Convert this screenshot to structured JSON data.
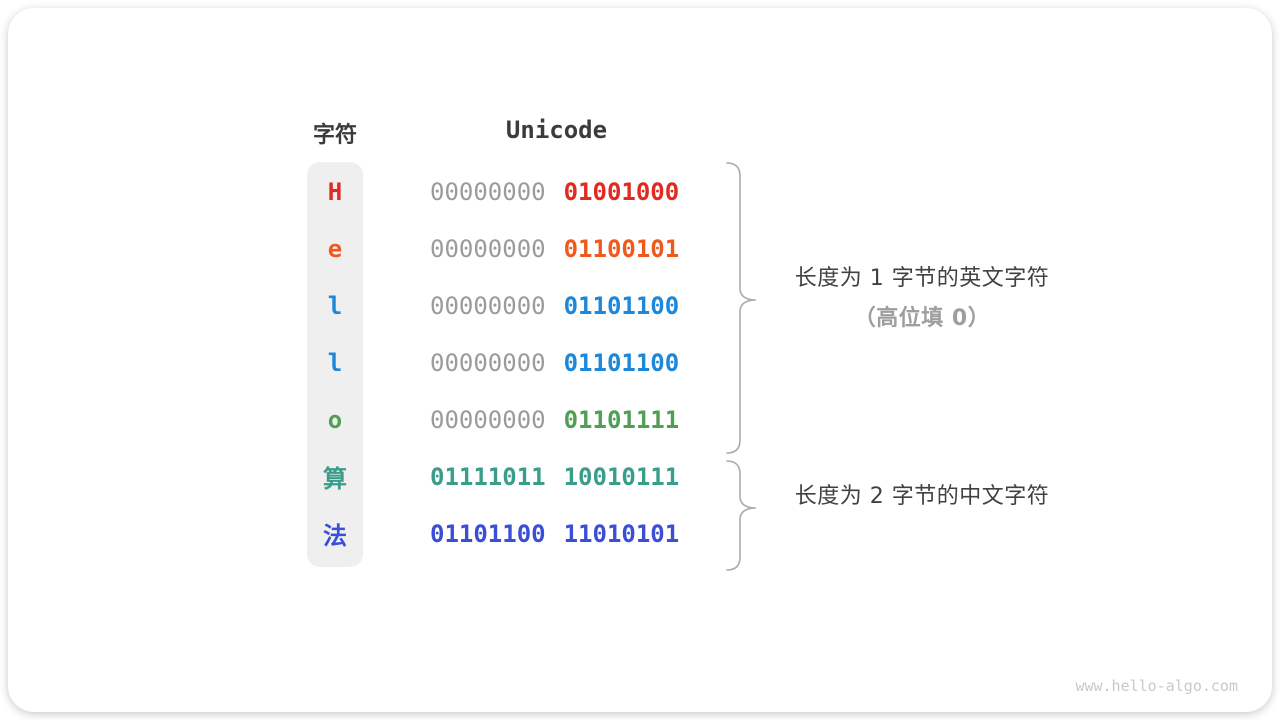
{
  "table": {
    "headers": {
      "char": "字符",
      "unicode": "Unicode"
    },
    "rows": [
      {
        "char": "H",
        "byte1": "00000000",
        "byte2": "01001000",
        "color": "#e02b20",
        "byte1_color": "#9b9b9b",
        "byte1_muted": true
      },
      {
        "char": "e",
        "byte1": "00000000",
        "byte2": "01100101",
        "color": "#ee5a1d",
        "byte1_color": "#9b9b9b",
        "byte1_muted": true
      },
      {
        "char": "l",
        "byte1": "00000000",
        "byte2": "01101100",
        "color": "#1d87da",
        "byte1_color": "#9b9b9b",
        "byte1_muted": true
      },
      {
        "char": "l",
        "byte1": "00000000",
        "byte2": "01101100",
        "color": "#1d87da",
        "byte1_color": "#9b9b9b",
        "byte1_muted": true
      },
      {
        "char": "o",
        "byte1": "00000000",
        "byte2": "01101111",
        "color": "#519e55",
        "byte1_color": "#9b9b9b",
        "byte1_muted": true
      },
      {
        "char": "算",
        "byte1": "01111011",
        "byte2": "10010111",
        "color": "#3a9d8c",
        "byte1_color": "#3a9d8c",
        "byte1_muted": false
      },
      {
        "char": "法",
        "byte1": "01101100",
        "byte2": "11010101",
        "color": "#3b4fd6",
        "byte1_color": "#3b4fd6",
        "byte1_muted": false
      }
    ]
  },
  "annotations": {
    "group1_line1": "长度为 1 字节的英文字符",
    "group1_line2": "（高位填 0）",
    "group2_line1": "长度为 2 字节的中文字符"
  },
  "watermark": "www.hello-algo.com",
  "colors": {
    "muted_zeros": "#9b9b9b",
    "brace": "#ababab",
    "panel_background": "#efeff0",
    "heading_text": "#3b3b3b",
    "annotation_text": "#414141",
    "annotation_muted": "#9e9e9e"
  }
}
